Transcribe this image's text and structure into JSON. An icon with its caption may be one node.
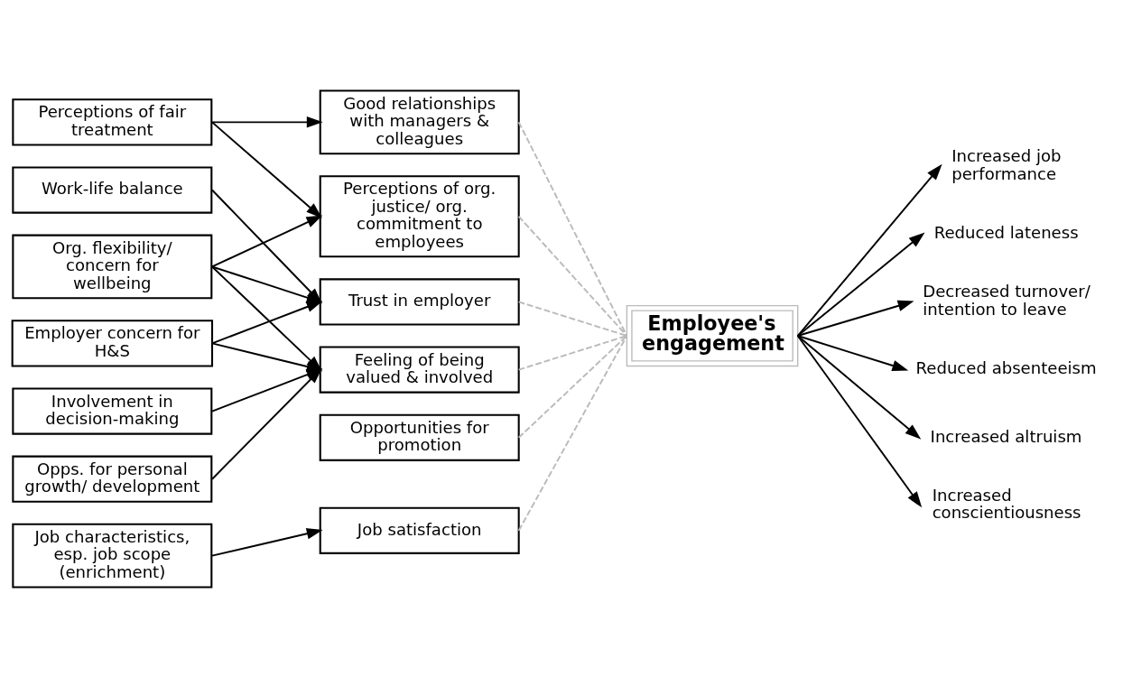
{
  "diagram": {
    "nodes": [
      {
        "text": [
          "Perceptions of fair treatment"
        ]
      },
      {
        "text": [
          "Org. flexibility/ concern for wellbeing"
        ]
      },
      {
        "text": [
          "Work-life balance"
        ]
      },
      {
        "text": [
          "Opps. for personal growth/ development"
        ]
      },
      {
        "text": [
          "Employer concern for H&S"
        ]
      },
      {
        "text": [
          "Involvement in decision-making"
        ]
      },
      {
        "text": [
          "Job characteristics, esp. job scope (enrichment)"
        ]
      },
      {
        "text": [
          "Good relationships with managers & colleagues"
        ]
      },
      {
        "text": [
          "Perceptions of org. justice/ org. commitment to employees"
        ]
      },
      {
        "text": [
          "Trust in employer"
        ]
      },
      {
        "text": [
          "Feeling of being valued & involved"
        ]
      },
      {
        "text": [
          "Opportunities for promotion"
        ]
      },
      {
        "text": [
          "Job satisfaction"
        ]
      },
      {
        "text": [
          "Employee's engagement"
        ]
      },
      {
        "text": [
          "Increased job performance"
        ]
      },
      {
        "text": [
          "Reduced lateness"
        ]
      },
      {
        "text": [
          "Decreased turnover/ intention to leave"
        ]
      },
      {
        "text": [
          "Reduced absenteeism"
        ]
      },
      {
        "text": [
          "Increased altruism"
        ]
      },
      {
        "text": [
          "Increased conscientiousness"
        ]
      }
    ],
    "edges": [
      {
        "from": 0,
        "to": 7,
        "arrow": "to"
      },
      {
        "from": 0,
        "to": 8,
        "arrow": "to"
      },
      {
        "from": 1,
        "to": 8,
        "arrow": "to"
      },
      {
        "from": 1,
        "to": 9,
        "arrow": "to"
      },
      {
        "from": 1,
        "to": 10,
        "arrow": "to"
      },
      {
        "from": 2,
        "to": 9,
        "arrow": "to"
      },
      {
        "from": 3,
        "to": 10,
        "arrow": "to"
      },
      {
        "from": 4,
        "to": 9,
        "arrow": "to"
      },
      {
        "from": 4,
        "to": 10,
        "arrow": "to"
      },
      {
        "from": 5,
        "to": 10,
        "arrow": "to"
      },
      {
        "from": 6,
        "to": 12,
        "arrow": "to"
      },
      {
        "from": 7,
        "to": 13,
        "arrow": "none",
        "style": "dashed",
        "color": "#bbbbbb"
      },
      {
        "from": 8,
        "to": 13,
        "arrow": "none",
        "style": "dashed",
        "color": "#bbbbbb"
      },
      {
        "from": 9,
        "to": 13,
        "arrow": "none",
        "style": "dashed",
        "color": "#bbbbbb"
      },
      {
        "from": 10,
        "to": 13,
        "arrow": "none",
        "style": "dashed",
        "color": "#bbbbbb"
      },
      {
        "from": 11,
        "to": 13,
        "arrow": "none",
        "style": "dashed",
        "color": "#bbbbbb"
      },
      {
        "from": 12,
        "to": 13,
        "arrow": "none",
        "style": "dashed",
        "color": "#bbbbbb"
      },
      {
        "from": 13,
        "to": 14,
        "arrow": "to"
      },
      {
        "from": 13,
        "to": 15,
        "arrow": "to"
      },
      {
        "from": 13,
        "to": 16,
        "arrow": "to"
      },
      {
        "from": 13,
        "to": 17,
        "arrow": "to"
      },
      {
        "from": 13,
        "to": 18,
        "arrow": "to"
      },
      {
        "from": 13,
        "to": 19,
        "arrow": "to"
      }
    ]
  }
}
